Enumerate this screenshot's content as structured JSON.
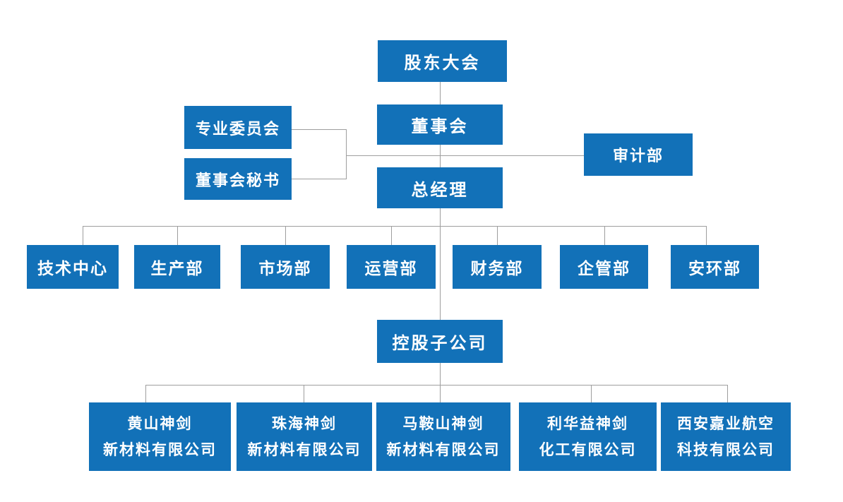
{
  "diagram": {
    "type": "org-chart",
    "colors": {
      "node_fill": "#1271b8",
      "node_text": "#ffffff",
      "connector": "#9e9e9e",
      "background": "#ffffff"
    },
    "nodes": {
      "shareholders": {
        "label": "股东大会"
      },
      "board": {
        "label": "董事会"
      },
      "committee": {
        "label": "专业委员会"
      },
      "secretary": {
        "label": "董事会秘书"
      },
      "audit": {
        "label": "审计部"
      },
      "general_manager": {
        "label": "总经理"
      },
      "holding": {
        "label": "控股子公司"
      }
    },
    "departments": [
      {
        "label": "技术中心"
      },
      {
        "label": "生产部"
      },
      {
        "label": "市场部"
      },
      {
        "label": "运营部"
      },
      {
        "label": "财务部"
      },
      {
        "label": "企管部"
      },
      {
        "label": "安环部"
      }
    ],
    "subsidiaries": [
      {
        "line1": "黄山神剑",
        "line2": "新材料有限公司"
      },
      {
        "line1": "珠海神剑",
        "line2": "新材料有限公司"
      },
      {
        "line1": "马鞍山神剑",
        "line2": "新材料有限公司"
      },
      {
        "line1": "利华益神剑",
        "line2": "化工有限公司"
      },
      {
        "line1": "西安嘉业航空",
        "line2": "科技有限公司"
      }
    ]
  }
}
